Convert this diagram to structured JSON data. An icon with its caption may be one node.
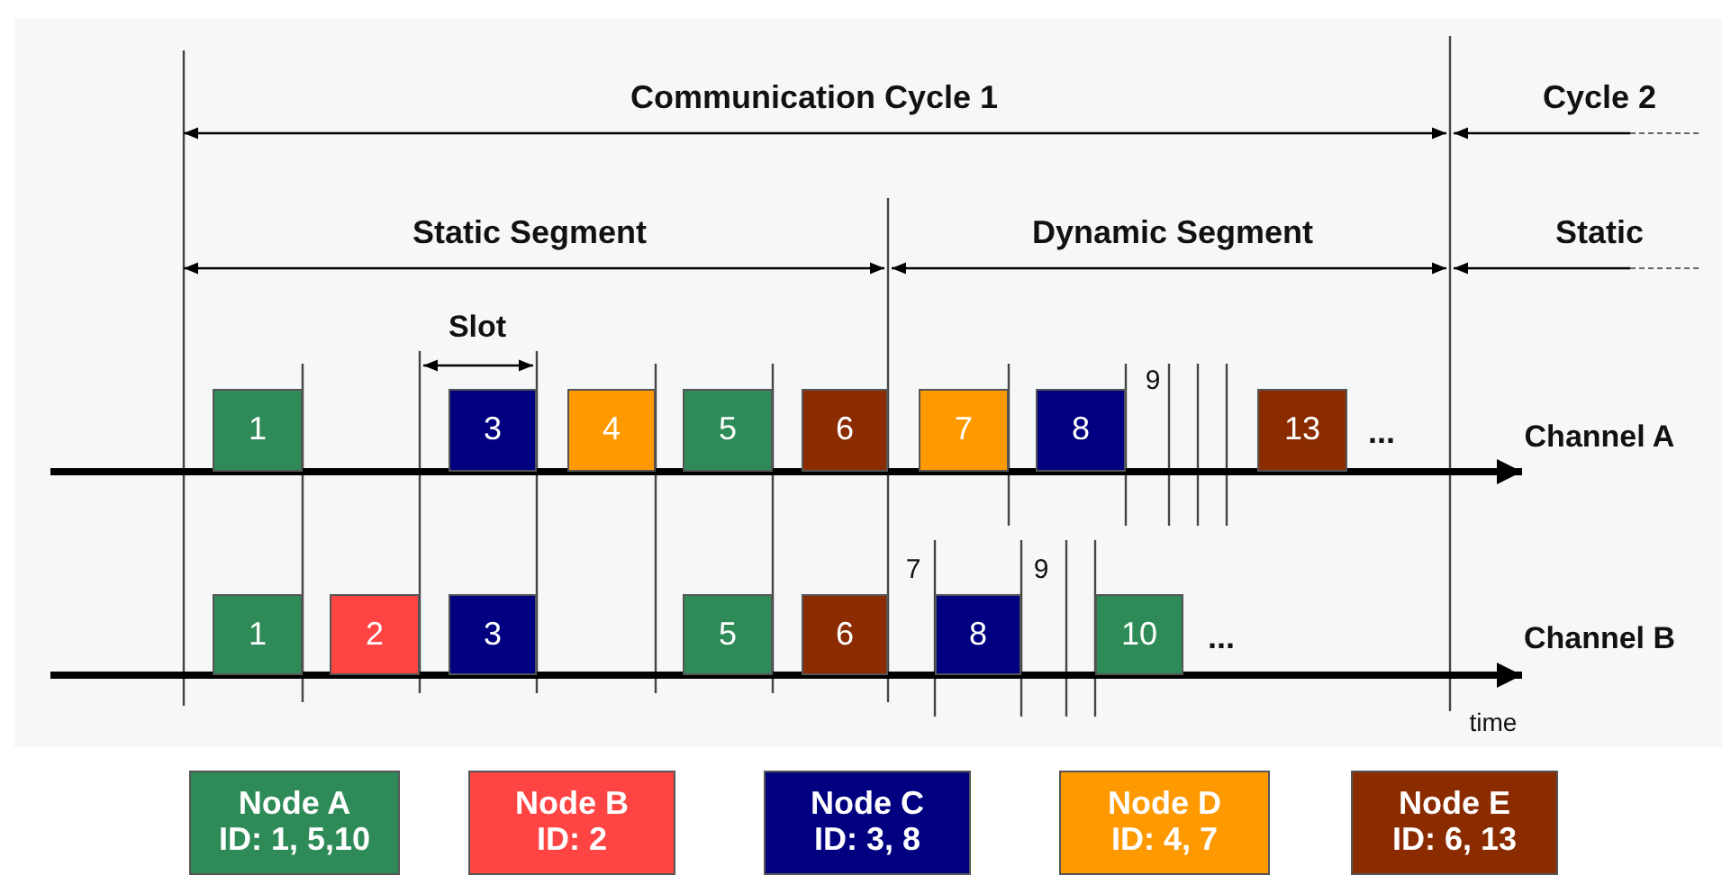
{
  "diagram": {
    "nodes": [
      {
        "text": [
          "1"
        ]
      },
      {
        "text": [
          "3"
        ]
      },
      {
        "text": [
          "4"
        ]
      },
      {
        "text": [
          "5"
        ]
      },
      {
        "text": [
          "6"
        ]
      },
      {
        "text": [
          "7"
        ]
      },
      {
        "text": [
          "8"
        ]
      },
      {
        "text": [
          "13"
        ]
      },
      {
        "text": [
          "1"
        ]
      },
      {
        "text": [
          "2"
        ]
      },
      {
        "text": [
          "3"
        ]
      },
      {
        "text": [
          "5"
        ]
      },
      {
        "text": [
          "6"
        ]
      },
      {
        "text": [
          "8"
        ]
      },
      {
        "text": [
          "10"
        ]
      },
      {
        "text": [
          "Node A",
          "ID: 1, 5,10"
        ]
      },
      {
        "text": [
          "Node B",
          "ID: 2"
        ]
      },
      {
        "text": [
          "Node C",
          "ID: 3, 8"
        ]
      },
      {
        "text": [
          "Node D",
          "ID: 4, 7"
        ]
      },
      {
        "text": [
          "Node E",
          "ID: 6, 13"
        ]
      }
    ],
    "labels": [
      "Communication Cycle 1",
      "Cycle 2",
      "Static Segment",
      "Dynamic Segment",
      "Static",
      "Slot",
      "9",
      "...",
      "Channel A",
      "7",
      "9",
      "...",
      "Channel B",
      "time"
    ]
  }
}
